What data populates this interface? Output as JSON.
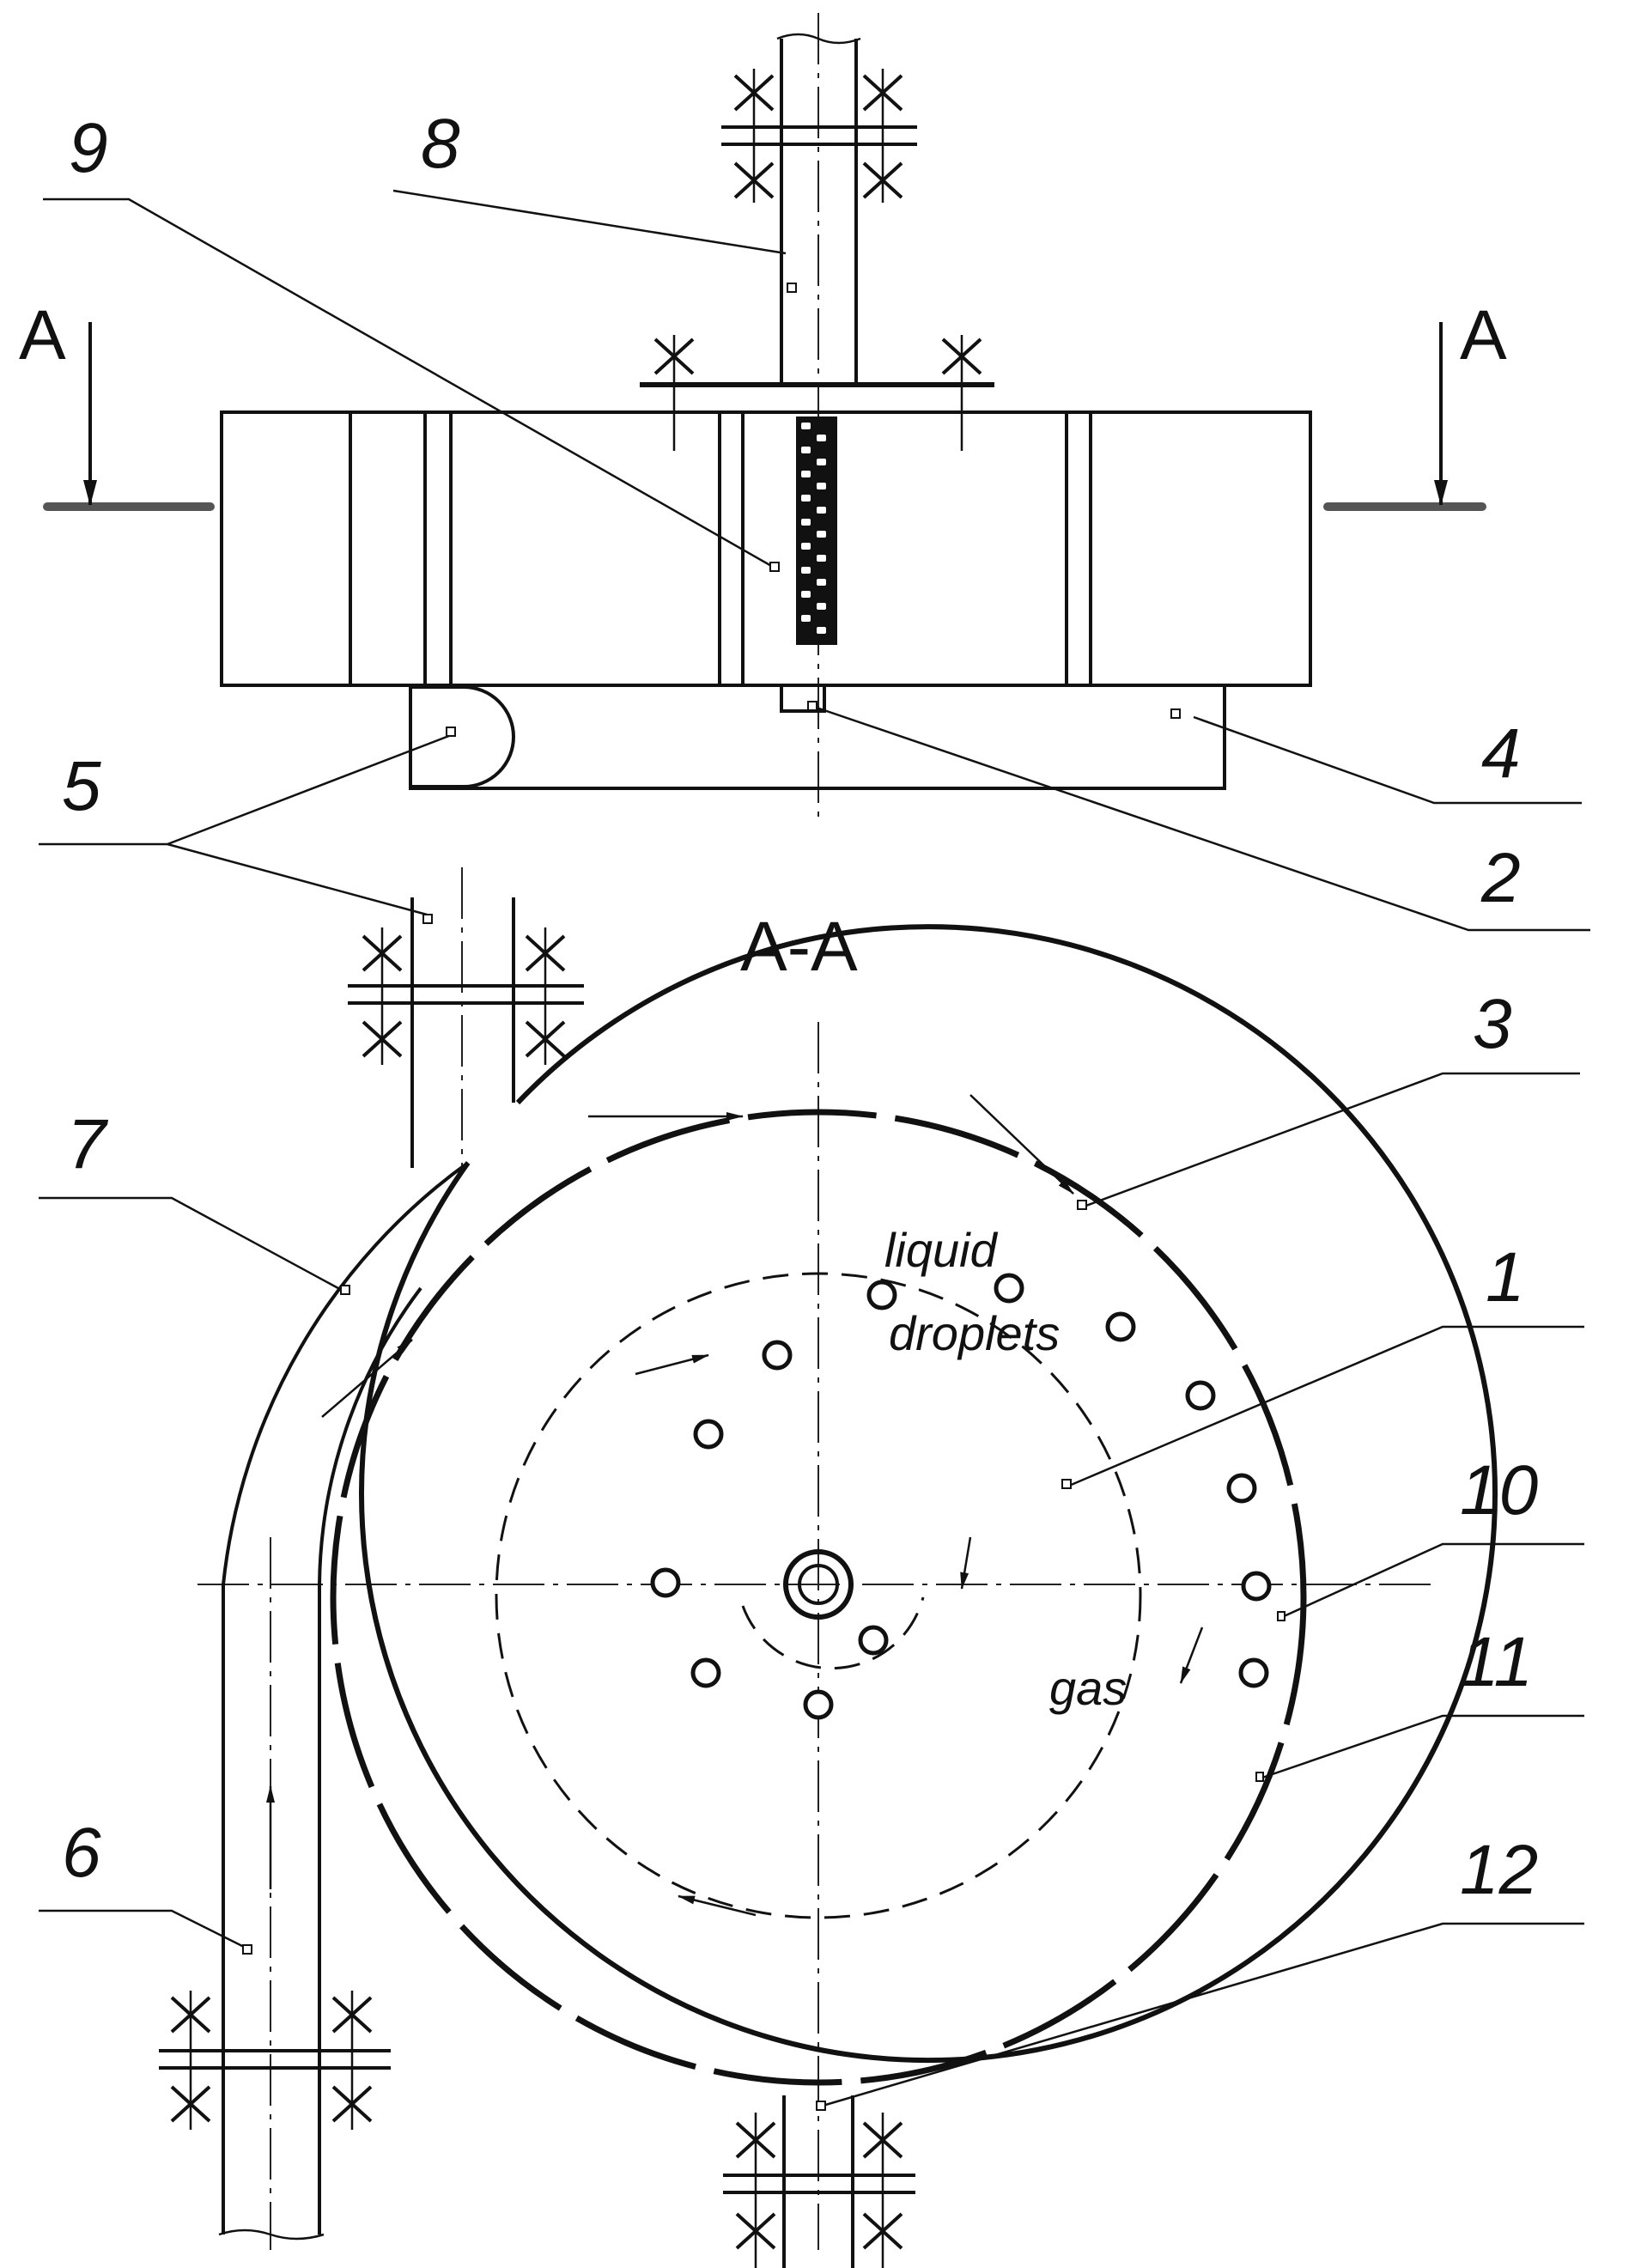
{
  "labels": {
    "n1": "1",
    "n2": "2",
    "n3": "3",
    "n4": "4",
    "n5": "5",
    "n6": "6",
    "n7": "7",
    "n8": "8",
    "n9": "9",
    "n10": "10",
    "n11": "11",
    "n12": "12"
  },
  "section": {
    "left_mark": "A",
    "right_mark": "A",
    "title": "A-A"
  },
  "annotations": {
    "liquid": "liquid",
    "droplets": "droplets",
    "gas": "gas"
  }
}
